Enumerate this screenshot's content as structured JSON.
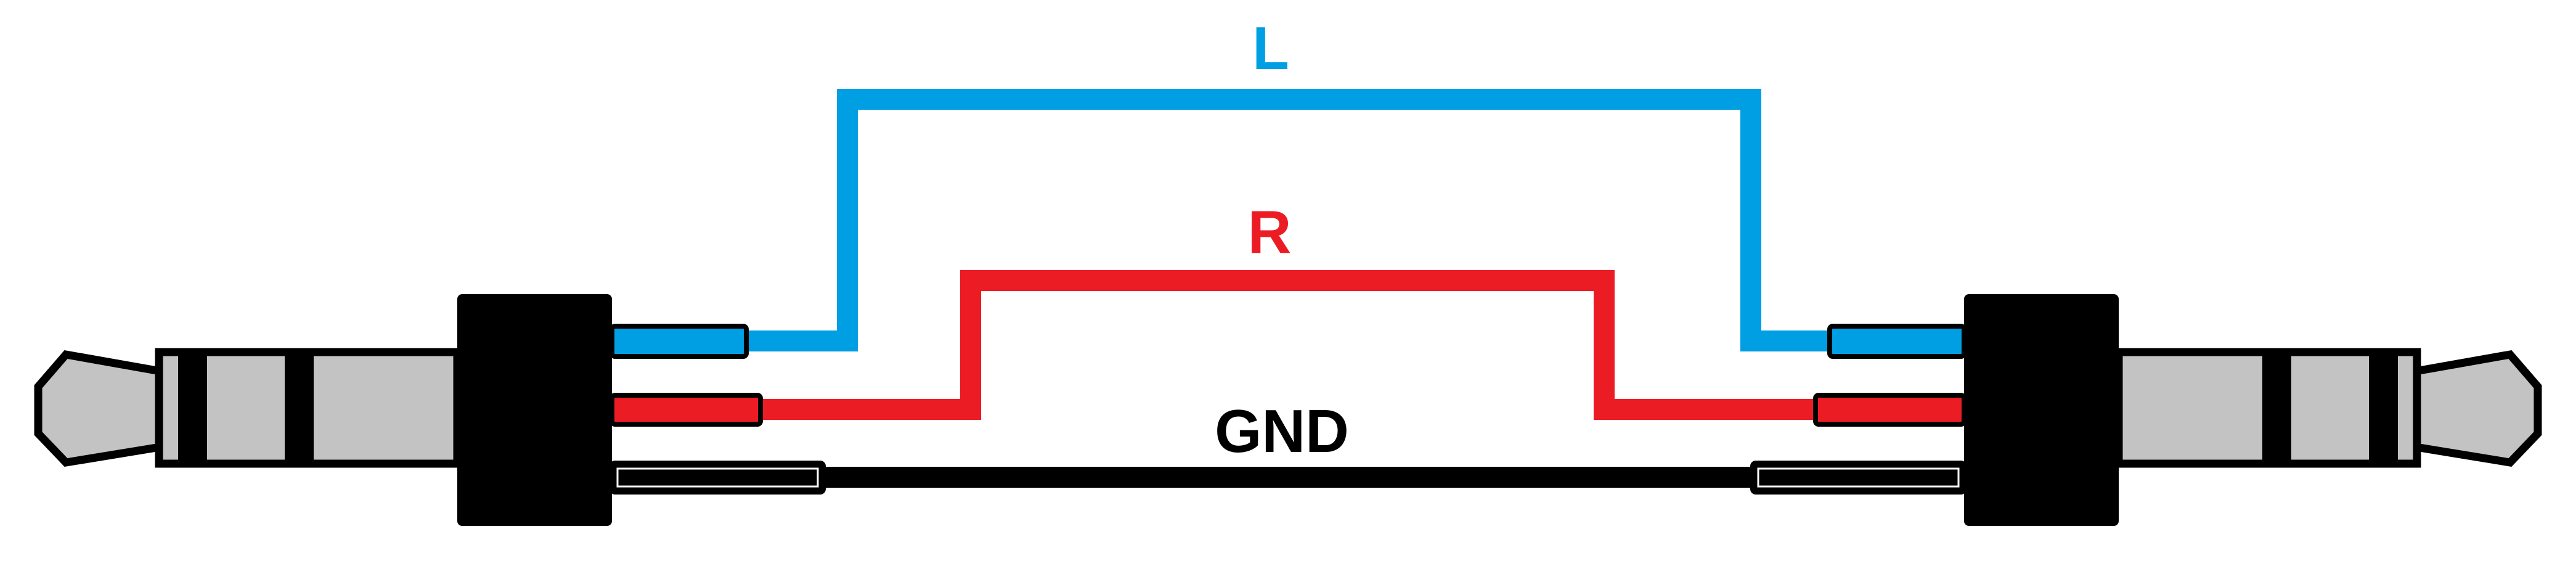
{
  "wires": [
    {
      "id": "left-channel",
      "label": "L",
      "color": "#009EE3"
    },
    {
      "id": "right-channel",
      "label": "R",
      "color": "#EC1C24"
    },
    {
      "id": "ground",
      "label": "GND",
      "color": "#000000"
    }
  ],
  "colors": {
    "outline": "#000000",
    "metal": "#C3C3C3",
    "plug-body": "#000000",
    "background": "#FFFFFF"
  }
}
